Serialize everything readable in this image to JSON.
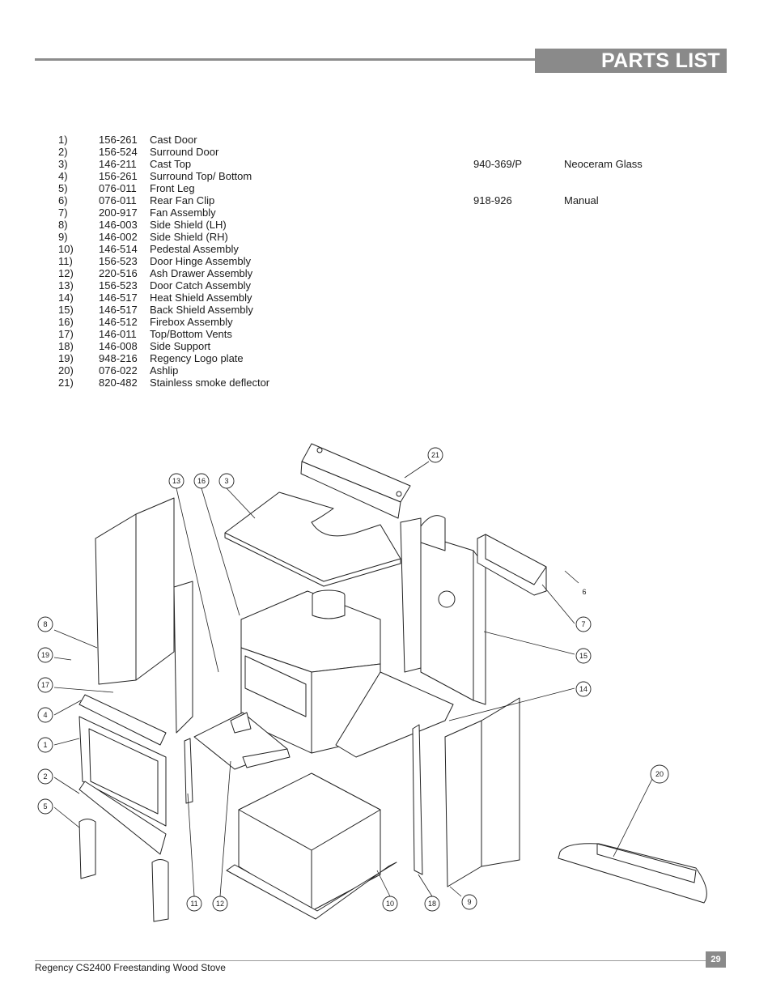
{
  "header": {
    "title": "PARTS LIST"
  },
  "parts": [
    {
      "num": "1)",
      "code": "156-261",
      "name": "Cast Door"
    },
    {
      "num": "2)",
      "code": "156-524",
      "name": "Surround Door"
    },
    {
      "num": "3)",
      "code": "146-211",
      "name": "Cast Top"
    },
    {
      "num": "4)",
      "code": "156-261",
      "name": "Surround Top/ Bottom"
    },
    {
      "num": "5)",
      "code": "076-011",
      "name": "Front Leg"
    },
    {
      "num": "6)",
      "code": "076-011",
      "name": "Rear Fan Clip"
    },
    {
      "num": "7)",
      "code": "200-917",
      "name": "Fan Assembly"
    },
    {
      "num": "8)",
      "code": "146-003",
      "name": "Side Shield (LH)"
    },
    {
      "num": "9)",
      "code": "146-002",
      "name": "Side Shield (RH)"
    },
    {
      "num": "10)",
      "code": "146-514",
      "name": "Pedestal Assembly"
    },
    {
      "num": "11)",
      "code": "156-523",
      "name": "Door Hinge Assembly"
    },
    {
      "num": "12)",
      "code": "220-516",
      "name": "Ash Drawer Assembly"
    },
    {
      "num": "13)",
      "code": "156-523",
      "name": "Door Catch Assembly"
    },
    {
      "num": "14)",
      "code": "146-517",
      "name": "Heat Shield Assembly"
    },
    {
      "num": "15)",
      "code": "146-517",
      "name": "Back Shield Assembly"
    },
    {
      "num": "16)",
      "code": "146-512",
      "name": "Firebox Assembly"
    },
    {
      "num": "17)",
      "code": "146-011",
      "name": "Top/Bottom Vents"
    },
    {
      "num": "18)",
      "code": "146-008",
      "name": "Side Support"
    },
    {
      "num": "19)",
      "code": "948-216",
      "name": "Regency Logo plate"
    },
    {
      "num": "20)",
      "code": "076-022",
      "name": "Ashlip"
    },
    {
      "num": "21)",
      "code": "820-482",
      "name": "Stainless smoke deflector"
    }
  ],
  "extras": [
    {
      "code": "940-369/P",
      "name": "Neoceram Glass"
    },
    {
      "code": "918-926",
      "name": "Manual"
    }
  ],
  "callouts": [
    "21",
    "13",
    "16",
    "3",
    "6",
    "8",
    "7",
    "19",
    "15",
    "17",
    "14",
    "4",
    "1",
    "20",
    "2",
    "5",
    "11",
    "12",
    "10",
    "18",
    "9"
  ],
  "footer": {
    "text": "Regency CS2400  Freestanding Wood Stove",
    "page": "29"
  }
}
